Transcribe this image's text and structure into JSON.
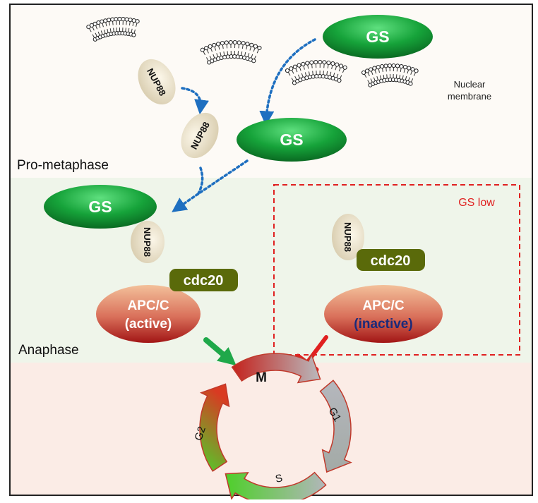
{
  "phases": {
    "prometaphase": "Pro-metaphase",
    "anaphase": "Anaphase"
  },
  "labels": {
    "gs": "GS",
    "nup88": "NUP88",
    "nuclear_membrane_line1": "Nuclear",
    "nuclear_membrane_line2": "membrane",
    "gs_low": "GS low",
    "cdc20": "cdc20",
    "apc_active_line1": "APC/C",
    "apc_active_line2": "(active)",
    "apc_inactive_line1": "APC/C",
    "apc_inactive_line2": "(inactive)"
  },
  "cell_cycle": {
    "m": "M",
    "g1": "G1",
    "s": "S",
    "g2": "G2"
  },
  "colors": {
    "gs_green": "#1aa23c",
    "cdc20_olive": "#5a6a0a",
    "apc_red": "#c0392b",
    "inhibit_red": "#e02020",
    "activate_green": "#1fa84a",
    "arrow_blue": "#1e6fc0",
    "inactive_text": "#1a2a7a",
    "gs_low_red": "#e02020"
  }
}
